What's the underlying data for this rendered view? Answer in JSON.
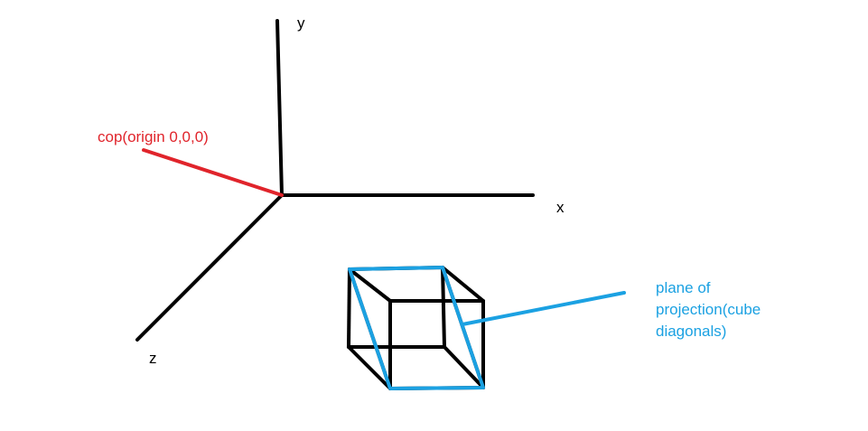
{
  "labels": {
    "cop": "cop(origin 0,0,0)",
    "y_axis": "y",
    "x_axis": "x",
    "z_axis": "z",
    "plane_line1": "plane of",
    "plane_line2": "projection(cube",
    "plane_line3": "diagonals)"
  },
  "colors": {
    "axes": "#000000",
    "cube": "#000000",
    "cop": "#e0242b",
    "plane": "#1ba1e2"
  }
}
